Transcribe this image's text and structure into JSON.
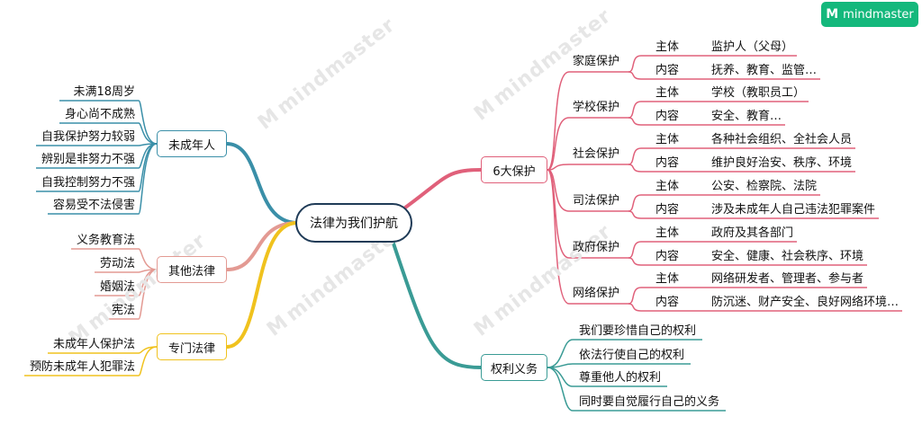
{
  "brand": {
    "logo_glyph": "M",
    "name": "mindmaster",
    "watermark": "mindmaster"
  },
  "root": {
    "label": "法律为我们护航"
  },
  "branches": [
    {
      "id": "minor",
      "label": "未成年人",
      "color": "#3a8fa8",
      "children": [
        "未满18周岁",
        "身心尚不成熟",
        "自我保护努力较弱",
        "辨别是非努力不强",
        "自我控制努力不强",
        "容易受不法侵害"
      ]
    },
    {
      "id": "other",
      "label": "其他法律",
      "color": "#e39a93",
      "children": [
        "义务教育法",
        "劳动法",
        "婚姻法",
        "宪法"
      ]
    },
    {
      "id": "special",
      "label": "专门法律",
      "color": "#f0c21e",
      "children": [
        "未成年人保护法",
        "预防未成年人犯罪法"
      ]
    },
    {
      "id": "protect",
      "label": "6大保护",
      "color": "#e0607a",
      "groups": [
        {
          "label": "家庭保护",
          "rows": [
            {
              "key": "主体",
              "value": "监护人（父母）"
            },
            {
              "key": "内容",
              "value": "抚养、教育、监管…"
            }
          ]
        },
        {
          "label": "学校保护",
          "rows": [
            {
              "key": "主体",
              "value": "学校（教职员工）"
            },
            {
              "key": "内容",
              "value": "安全、教育…"
            }
          ]
        },
        {
          "label": "社会保护",
          "rows": [
            {
              "key": "主体",
              "value": "各种社会组织、全社会人员"
            },
            {
              "key": "内容",
              "value": "维护良好治安、秩序、环境"
            }
          ]
        },
        {
          "label": "司法保护",
          "rows": [
            {
              "key": "主体",
              "value": "公安、检察院、法院"
            },
            {
              "key": "内容",
              "value": "涉及未成年人自己违法犯罪案件"
            }
          ]
        },
        {
          "label": "政府保护",
          "rows": [
            {
              "key": "主体",
              "value": "政府及其各部门"
            },
            {
              "key": "内容",
              "value": "安全、健康、社会秩序、环境"
            }
          ]
        },
        {
          "label": "网络保护",
          "rows": [
            {
              "key": "主体",
              "value": "网络研发者、管理者、参与者"
            },
            {
              "key": "内容",
              "value": "防沉迷、财产安全、良好网络环境…"
            }
          ]
        }
      ]
    },
    {
      "id": "rights",
      "label": "权利义务",
      "color": "#3a9b95",
      "children": [
        "我们要珍惜自己的权利",
        "依法行使自己的权利",
        "尊重他人的权利",
        "同时要自觉履行自己的义务"
      ]
    }
  ]
}
